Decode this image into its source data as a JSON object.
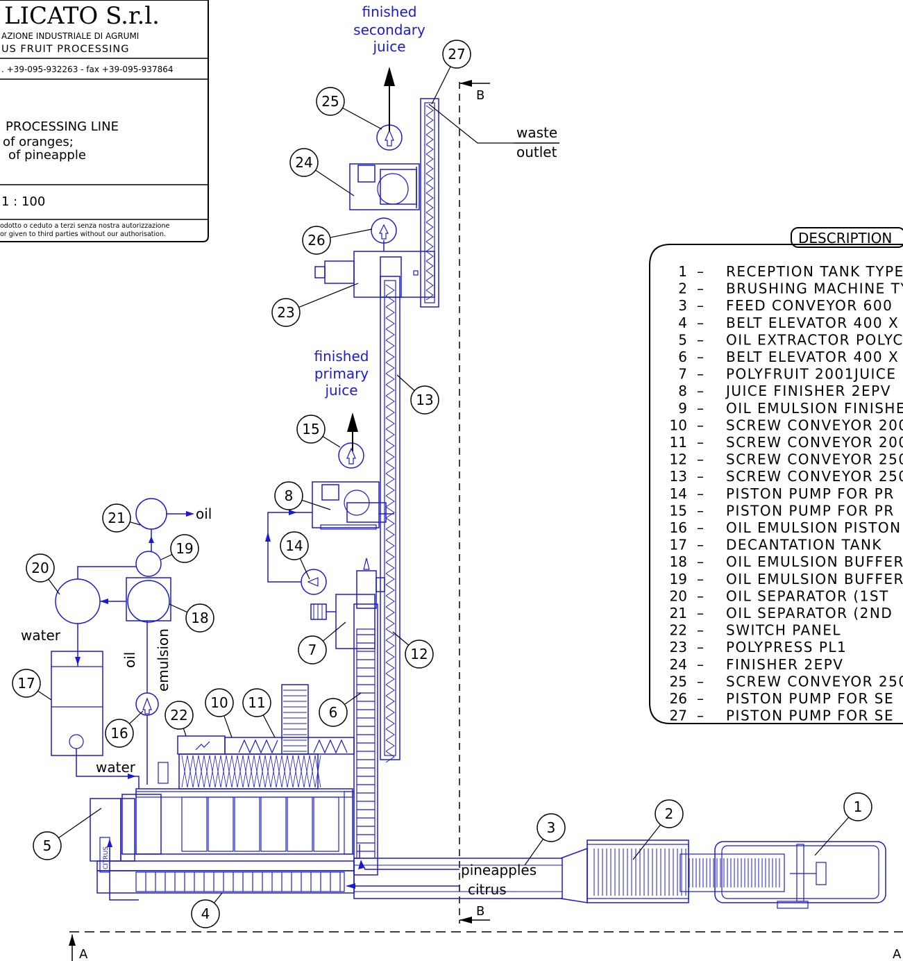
{
  "title_block": {
    "company": "LICATO S.r.l.",
    "subtitle_it": "AZIONE INDUSTRIALE DI AGRUMI",
    "subtitle_en": "US FRUIT PROCESSING",
    "contacts": ". +39-095-932263 - fax +39-095-937864",
    "line_title": "PROCESSING LINE",
    "line_sub1": "of oranges;",
    "line_sub2": "of pineapple",
    "scale": "1 : 100",
    "notice_it": "odotto o ceduto a terzi senza nostra autorizzazione",
    "notice_en": "or given to third parties without our authorisation."
  },
  "flow_labels": {
    "secondary_juice": [
      "finished",
      "secondary",
      "juice"
    ],
    "primary_juice": [
      "finished",
      "primary",
      "juice"
    ],
    "waste": [
      "waste",
      "outlet"
    ],
    "oil": "oil",
    "water_top": "water",
    "water_bottom": "water",
    "oil_vertical": "oil",
    "emulsion": "emulsion",
    "pineapples": "pineapples",
    "citrus": "citrus",
    "citrus_small": "CITRUS"
  },
  "section_marks": {
    "b_top": "B",
    "b_bottom": "B",
    "a_left": "A",
    "a_right": "A"
  },
  "description": {
    "header": "DESCRIPTION",
    "items": [
      {
        "num": "1",
        "text": "RECEPTION TANK TYPE"
      },
      {
        "num": "2",
        "text": "BRUSHING MACHINE TY"
      },
      {
        "num": "3",
        "text": "FEED CONVEYOR 600"
      },
      {
        "num": "4",
        "text": "BELT ELEVATOR 400 X"
      },
      {
        "num": "5",
        "text": "OIL EXTRACTOR POLYC"
      },
      {
        "num": "6",
        "text": "BELT ELEVATOR 400 X"
      },
      {
        "num": "7",
        "text": "POLYFRUIT 2001JUICE"
      },
      {
        "num": "8",
        "text": "JUICE FINISHER 2EPV"
      },
      {
        "num": "9",
        "text": "OIL EMULSION FINISHE"
      },
      {
        "num": "10",
        "text": "SCREW CONVEYOR 200"
      },
      {
        "num": "11",
        "text": "SCREW CONVEYOR 200"
      },
      {
        "num": "12",
        "text": "SCREW CONVEYOR 250"
      },
      {
        "num": "13",
        "text": "SCREW CONVEYOR 250"
      },
      {
        "num": "14",
        "text": "PISTON PUMP FOR PR"
      },
      {
        "num": "15",
        "text": "PISTON PUMP FOR PR"
      },
      {
        "num": "16",
        "text": "OIL EMULSION PISTON"
      },
      {
        "num": "17",
        "text": "DECANTATION TANK"
      },
      {
        "num": "18",
        "text": "OIL EMULSION BUFFER"
      },
      {
        "num": "19",
        "text": "OIL EMULSION BUFFER"
      },
      {
        "num": "20",
        "text": "OIL SEPARATOR (1ST"
      },
      {
        "num": "21",
        "text": "OIL SEPARATOR (2ND"
      },
      {
        "num": "22",
        "text": "SWITCH PANEL"
      },
      {
        "num": "23",
        "text": "POLYPRESS PL1"
      },
      {
        "num": "24",
        "text": "FINISHER 2EPV"
      },
      {
        "num": "25",
        "text": "SCREW CONVEYOR 250"
      },
      {
        "num": "26",
        "text": "PISTON PUMP FOR SE"
      },
      {
        "num": "27",
        "text": "PISTON PUMP FOR SE"
      }
    ]
  },
  "balloons": [
    "1",
    "2",
    "3",
    "4",
    "5",
    "6",
    "7",
    "8",
    "10",
    "11",
    "12",
    "13",
    "14",
    "15",
    "16",
    "17",
    "18",
    "19",
    "20",
    "21",
    "22",
    "23",
    "24",
    "25",
    "26",
    "27"
  ]
}
